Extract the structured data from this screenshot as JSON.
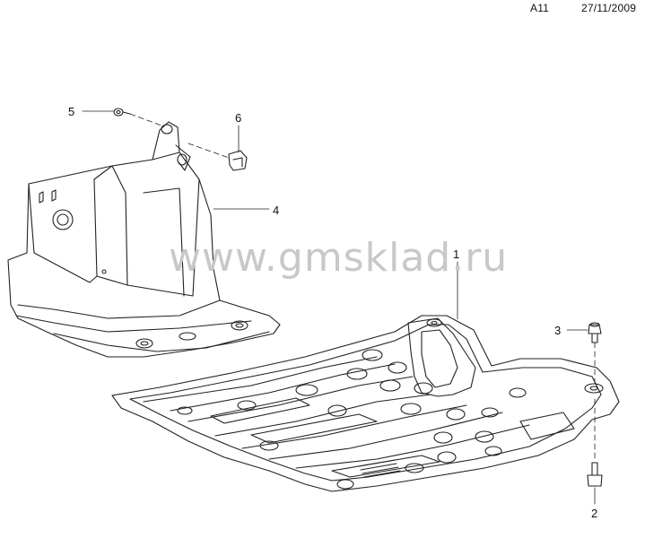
{
  "header": {
    "ref": "A11",
    "date": "27/11/2009"
  },
  "watermark": "www.gmsklad.ru",
  "callouts": [
    {
      "id": "c1",
      "label": "1"
    },
    {
      "id": "c2",
      "label": "2"
    },
    {
      "id": "c3",
      "label": "3"
    },
    {
      "id": "c4",
      "label": "4"
    },
    {
      "id": "c5",
      "label": "5"
    },
    {
      "id": "c6",
      "label": "6"
    }
  ]
}
